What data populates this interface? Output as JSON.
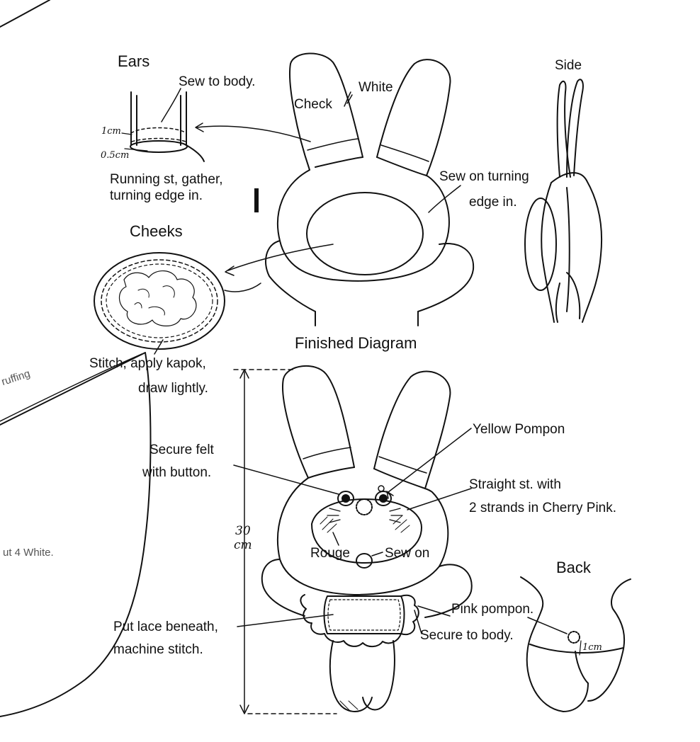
{
  "headings": {
    "ears": "Ears",
    "cheeks": "Cheeks",
    "side": "Side",
    "finished": "Finished Diagram",
    "back": "Back"
  },
  "labels": {
    "sew_to_body": "Sew to body.",
    "white": "White",
    "check": "Check",
    "running_1": "Running st, gather,",
    "running_2": "turning edge in.",
    "sew_on_turning_1": "Sew on turning",
    "sew_on_turning_2": "edge in.",
    "stitch_1": "Stitch, apply kapok,",
    "stitch_2": "draw lightly.",
    "stuffing": "ruffing",
    "cut_white": "ut 4 White.",
    "secure_felt_1": "Secure felt",
    "secure_felt_2": "with button.",
    "yellow_pompon": "Yellow Pompon",
    "straight_1": "Straight st. with",
    "straight_2": "2 strands in Cherry Pink.",
    "rouge": "Rouge",
    "sew_on": "Sew on",
    "height_value": "30",
    "height_unit": "cm",
    "lace_1": "Put lace beneath,",
    "lace_2": "machine stitch.",
    "pink_pompon": "Pink pompon.",
    "secure_body": "Secure to body.",
    "one_cm": "1cm",
    "ears_1cm": "1cm",
    "ears_05cm": "0.5cm"
  }
}
